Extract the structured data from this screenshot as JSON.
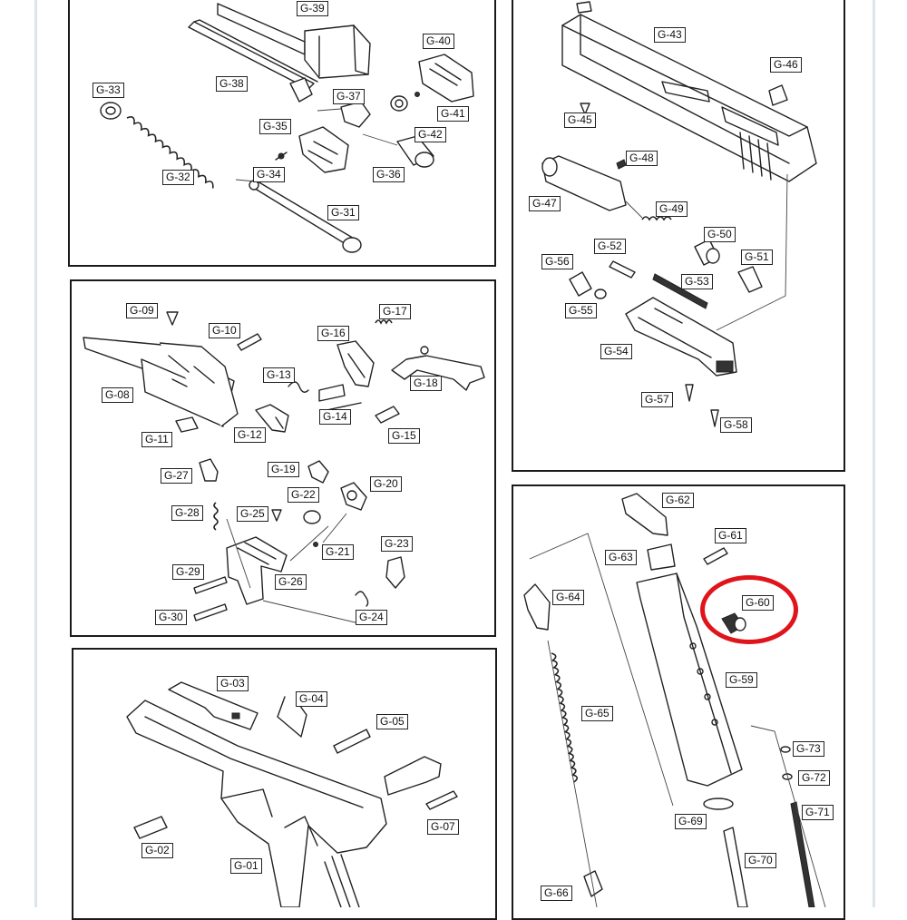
{
  "parts": {
    "g01": "G-01",
    "g02": "G-02",
    "g03": "G-03",
    "g04": "G-04",
    "g05": "G-05",
    "g07": "G-07",
    "g08": "G-08",
    "g09": "G-09",
    "g10": "G-10",
    "g11": "G-11",
    "g12": "G-12",
    "g13": "G-13",
    "g14": "G-14",
    "g15": "G-15",
    "g16": "G-16",
    "g17": "G-17",
    "g18": "G-18",
    "g19": "G-19",
    "g20": "G-20",
    "g21": "G-21",
    "g22": "G-22",
    "g23": "G-23",
    "g24": "G-24",
    "g25": "G-25",
    "g26": "G-26",
    "g27": "G-27",
    "g28": "G-28",
    "g29": "G-29",
    "g30": "G-30",
    "g31": "G-31",
    "g32": "G-32",
    "g33": "G-33",
    "g34": "G-34",
    "g35": "G-35",
    "g36": "G-36",
    "g37": "G-37",
    "g38": "G-38",
    "g39": "G-39",
    "g40": "G-40",
    "g41": "G-41",
    "g42": "G-42",
    "g43": "G-43",
    "g45": "G-45",
    "g46": "G-46",
    "g47": "G-47",
    "g48": "G-48",
    "g49": "G-49",
    "g50": "G-50",
    "g51": "G-51",
    "g52": "G-52",
    "g53": "G-53",
    "g54": "G-54",
    "g55": "G-55",
    "g56": "G-56",
    "g57": "G-57",
    "g58": "G-58",
    "g59": "G-59",
    "g60": "G-60",
    "g61": "G-61",
    "g62": "G-62",
    "g63": "G-63",
    "g64": "G-64",
    "g65": "G-65",
    "g66": "G-66",
    "g69": "G-69",
    "g70": "G-70",
    "g71": "G-71",
    "g72": "G-72",
    "g73": "G-73"
  },
  "highlight": {
    "part": "G-60",
    "color": "#e0141b"
  }
}
